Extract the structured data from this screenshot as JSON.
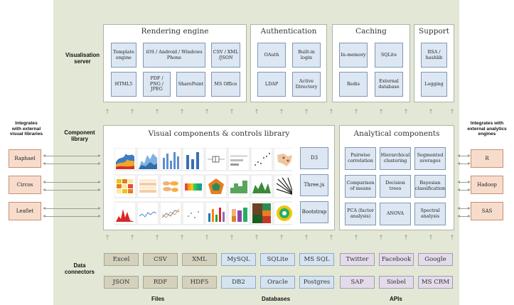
{
  "colors": {
    "frame_bg": "#e2e8d5",
    "component_box": "#dde7f3",
    "external_box": "#f7dccc",
    "files_box": "#d4d1bd",
    "databases_box": "#d6e4f1",
    "apis_box": "#e4dbea"
  },
  "labels": {
    "visualisation_server": [
      "Visualisation",
      "server"
    ],
    "component_library": [
      "Component",
      "library"
    ],
    "data_connectors": [
      "Data",
      "connectors"
    ]
  },
  "left_side": {
    "title": [
      "Integrates",
      "with external",
      "visual libraries"
    ],
    "items": [
      "Raphael",
      "Circos",
      "Leaflet"
    ]
  },
  "right_side": {
    "title": [
      "Integrates with",
      "external analytics",
      "engines"
    ],
    "items": [
      "R",
      "Hadoop",
      "SAS"
    ]
  },
  "rendering": {
    "title": "Rendering engine",
    "items": [
      "Template engine",
      "iOS / Android / Windows Phone",
      "CSV / XML /JSON",
      "HTML5",
      "PDF / PNG / JPEG",
      "SharePoint",
      "MS Office"
    ]
  },
  "authentication": {
    "title": "Authentication",
    "items": [
      "OAuth",
      "Built-in login",
      "LDAP",
      "Active Directory"
    ]
  },
  "caching": {
    "title": "Caching",
    "items": [
      "In-memory",
      "SQLite",
      "Redis",
      "External database"
    ]
  },
  "support": {
    "title": "Support",
    "items": [
      "RSA / hashlib",
      "Logging"
    ]
  },
  "visual_components": {
    "title": "Visual components & controls library",
    "libs": [
      "D3",
      "Three.js",
      "Bootstrap"
    ]
  },
  "analytical": {
    "title": "Analytical components",
    "items": [
      "Pairwise correlation",
      "Hierarchical clustering",
      "Segmented averages",
      "Comparison of means",
      "Decision trees",
      "Bayesian classification",
      "PCA (factor analysis)",
      "ANOVA",
      "Spectral analysis"
    ]
  },
  "connectors": {
    "files": [
      "Excel",
      "CSV",
      "XML",
      "JSON",
      "RDF",
      "HDF5"
    ],
    "databases": [
      "MySQL",
      "SQLite",
      "MS SQL",
      "DB2",
      "Oracle",
      "Postgres"
    ],
    "apis": [
      "Twitter",
      "Facebook",
      "Google",
      "SAP",
      "Siebel",
      "MS CRM"
    ]
  },
  "group_labels": {
    "files": "Files",
    "databases": "Databases",
    "apis": "APIs"
  }
}
